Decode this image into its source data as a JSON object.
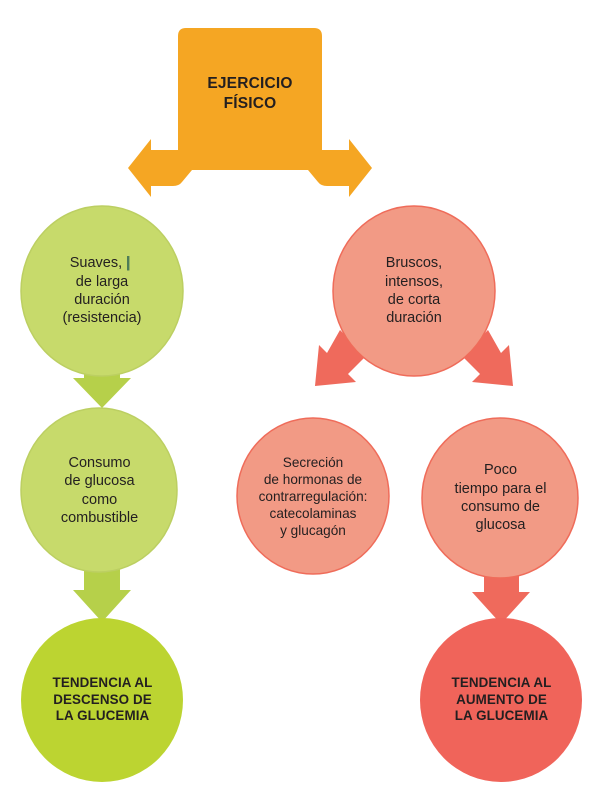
{
  "diagram": {
    "title": "EJERCICIO FÍSICO",
    "language": "es",
    "background": "#ffffff",
    "palette": {
      "orange": "#F5A623",
      "orange_arrow": "#F39C1F",
      "light_green": "#C7DA6B",
      "light_green_arrow": "#B6D04A",
      "strong_green": "#BCD431",
      "salmon": "#F29A85",
      "salmon_stroke": "#EF6C5A",
      "red_arrow": "#EF6A5C",
      "red": "#F0645A",
      "text": "#231f20"
    },
    "nodes": {
      "root": {
        "id": "root",
        "shape": "rounded-box",
        "color": "#F5A623",
        "lines": [
          "EJERCICIO",
          "FÍSICO"
        ],
        "text": "EJERCICIO FÍSICO"
      },
      "branch_left": {
        "id": "branch-left",
        "shape": "circle",
        "color": "#C7DA6B",
        "lines": [
          "Suaves,",
          "de larga",
          "duración",
          "(resistencia)"
        ],
        "text": "Suaves, de larga duración (resistencia)"
      },
      "branch_right": {
        "id": "branch-right",
        "shape": "circle",
        "color": "#F29A85",
        "lines": [
          "Bruscos,",
          "intensos,",
          "de corta",
          "duración"
        ],
        "text": "Bruscos, intensos, de corta duración"
      },
      "consumo": {
        "id": "consumo",
        "shape": "circle",
        "color": "#C7DA6B",
        "lines": [
          "Consumo",
          "de glucosa",
          "como",
          "combustible"
        ],
        "text": "Consumo de glucosa como combustible"
      },
      "secrecion": {
        "id": "secrecion",
        "shape": "circle",
        "color": "#F29A85",
        "lines": [
          "Secreción",
          "de hormonas de",
          "contrarregulación:",
          "catecolaminas",
          "y glucagón"
        ],
        "text": "Secreción de hormonas de contrarregulación: catecolaminas y glucagón"
      },
      "poco_tiempo": {
        "id": "poco-tiempo",
        "shape": "circle",
        "color": "#F29A85",
        "lines": [
          "Poco",
          "tiempo para el",
          "consumo de",
          "glucosa"
        ],
        "text": "Poco tiempo para el consumo de glucosa"
      },
      "descenso": {
        "id": "descenso",
        "shape": "circle",
        "color": "#BCD431",
        "lines": [
          "TENDENCIA AL",
          "DESCENSO DE",
          "LA GLUCEMIA"
        ],
        "text": "TENDENCIA AL DESCENSO DE LA GLUCEMIA"
      },
      "aumento": {
        "id": "aumento",
        "shape": "circle",
        "color": "#F0645A",
        "lines": [
          "TENDENCIA AL",
          "AUMENTO DE",
          "LA GLUCEMIA"
        ],
        "text": "TENDENCIA AL AUMENTO DE LA GLUCEMIA"
      }
    },
    "connectors": [
      {
        "id": "root-to-left",
        "from": "root",
        "to": "branch_left",
        "kind": "bracket-arrow-down-left",
        "color": "#F39C1F"
      },
      {
        "id": "root-to-right",
        "from": "root",
        "to": "branch_right",
        "kind": "bracket-arrow-down-right",
        "color": "#F39C1F"
      },
      {
        "id": "left-to-consumo",
        "from": "branch_left",
        "to": "consumo",
        "kind": "arrow-down",
        "color": "#B6D04A"
      },
      {
        "id": "consumo-to-descenso",
        "from": "consumo",
        "to": "descenso",
        "kind": "arrow-down",
        "color": "#B6D04A"
      },
      {
        "id": "right-to-secrecion",
        "from": "branch_right",
        "to": "secrecion",
        "kind": "arrow-down-left",
        "color": "#EF6A5C"
      },
      {
        "id": "right-to-poco",
        "from": "branch_right",
        "to": "poco_tiempo",
        "kind": "arrow-down-right",
        "color": "#EF6A5C"
      },
      {
        "id": "poco-to-aumento",
        "from": "poco_tiempo",
        "to": "aumento",
        "kind": "arrow-down",
        "color": "#EF6A5C"
      }
    ]
  }
}
